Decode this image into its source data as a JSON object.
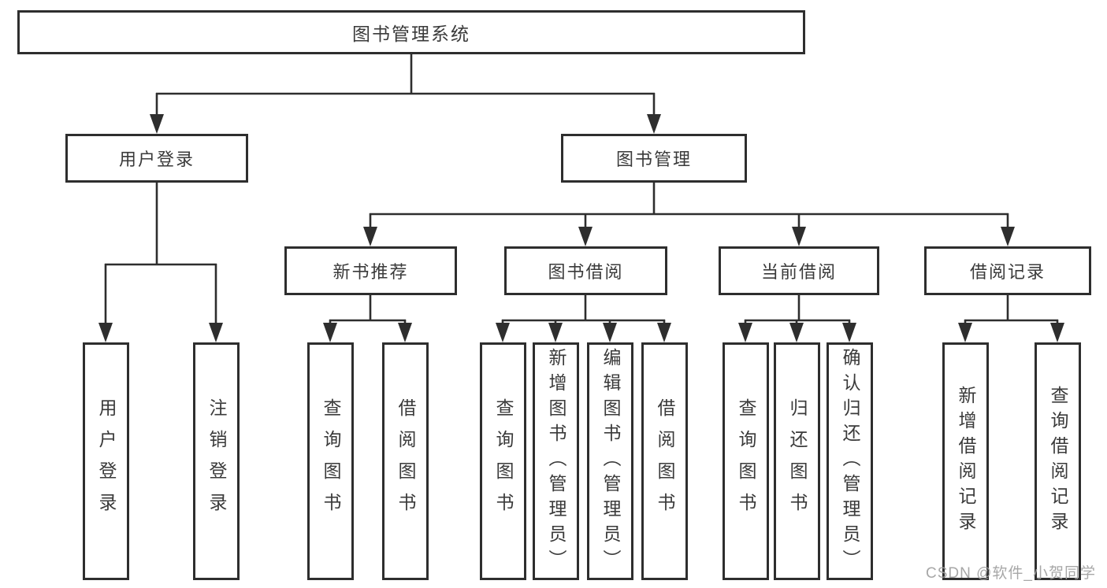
{
  "tree": {
    "label": "图书管理系统",
    "children": [
      {
        "label": "用户登录",
        "children": [
          {
            "label": "用户登录"
          },
          {
            "label": "注销登录"
          }
        ]
      },
      {
        "label": "图书管理",
        "children": [
          {
            "label": "新书推荐",
            "children": [
              {
                "label": "查询图书"
              },
              {
                "label": "借阅图书"
              }
            ]
          },
          {
            "label": "图书借阅",
            "children": [
              {
                "label": "查询图书"
              },
              {
                "label": "新增图书（管理员）"
              },
              {
                "label": "编辑图书（管理员）"
              },
              {
                "label": "借阅图书"
              }
            ]
          },
          {
            "label": "当前借阅",
            "children": [
              {
                "label": "查询图书"
              },
              {
                "label": "归还图书"
              },
              {
                "label": "确认归还（管理员）"
              }
            ]
          },
          {
            "label": "借阅记录",
            "children": [
              {
                "label": "新增借阅记录"
              },
              {
                "label": "查询借阅记录"
              }
            ]
          }
        ]
      }
    ]
  },
  "watermark": "CSDN @软件_小贺同学",
  "colors": {
    "line": "#2e2e2e",
    "box_border": "#2e2e2e",
    "text": "#3a3a3a",
    "watermark": "#a0a0a0",
    "background": "#ffffff"
  }
}
